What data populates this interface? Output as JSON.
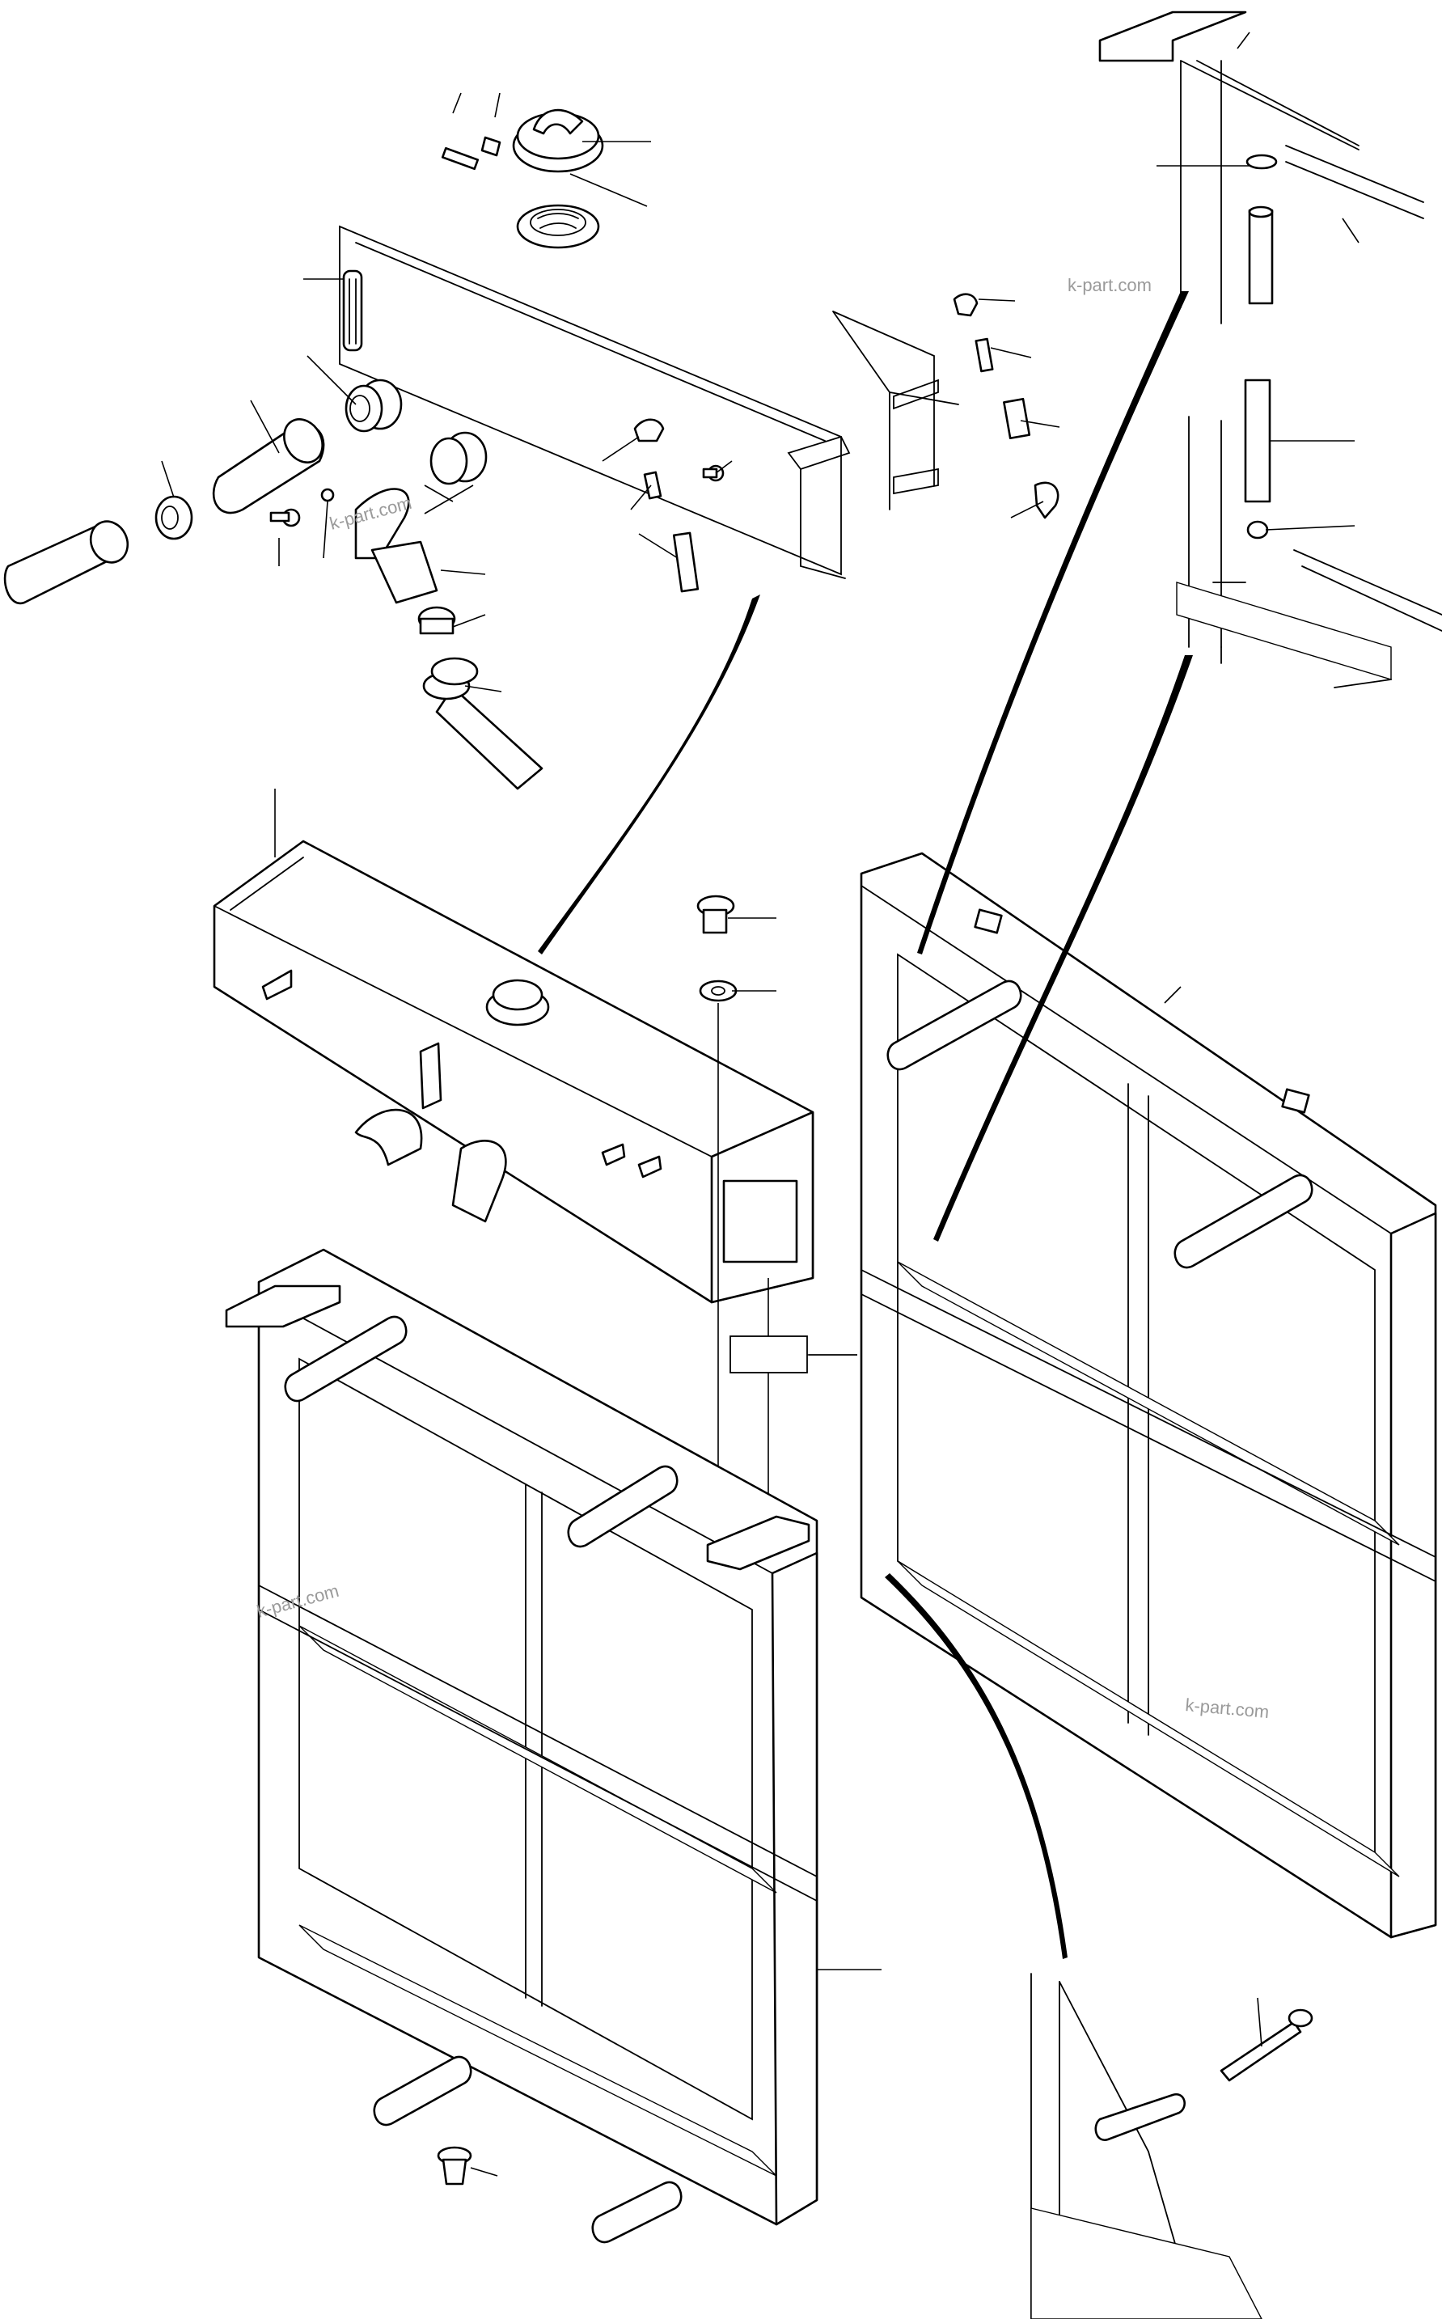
{
  "watermarks": [
    {
      "id": "wm-1",
      "text": "k-part.com"
    },
    {
      "id": "wm-2",
      "text": "k-part.com"
    },
    {
      "id": "wm-3",
      "text": "k-part.com"
    },
    {
      "id": "wm-4",
      "text": "k-part.com"
    }
  ],
  "colors": {
    "line": "#000000",
    "background": "#ffffff",
    "watermark": "#9a9a9a"
  }
}
